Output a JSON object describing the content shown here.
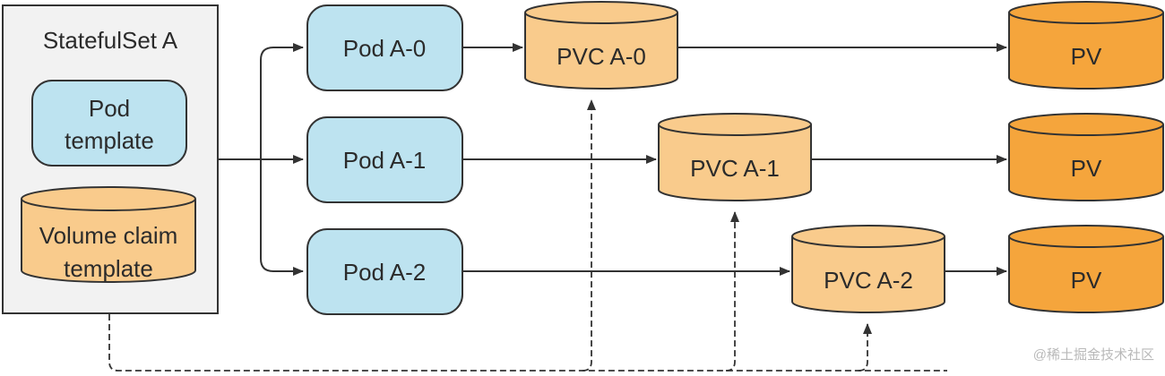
{
  "colors": {
    "statefulset_fill": "#f2f2f2",
    "pod_fill": "#bde3f0",
    "pvc_fill": "#f9cb8c",
    "pv_fill": "#f5a53c",
    "stroke": "#333333"
  },
  "statefulset": {
    "title": "StatefulSet A",
    "pod_template": [
      "Pod",
      "template"
    ],
    "volume_claim_template": [
      "Volume claim",
      "template"
    ]
  },
  "pods": [
    {
      "label": "Pod A-0"
    },
    {
      "label": "Pod A-1"
    },
    {
      "label": "Pod A-2"
    }
  ],
  "pvcs": [
    {
      "label": "PVC A-0"
    },
    {
      "label": "PVC A-1"
    },
    {
      "label": "PVC A-2"
    }
  ],
  "pvs": [
    {
      "label": "PV"
    },
    {
      "label": "PV"
    },
    {
      "label": "PV"
    }
  ],
  "watermark": "@稀土掘金技术社区"
}
